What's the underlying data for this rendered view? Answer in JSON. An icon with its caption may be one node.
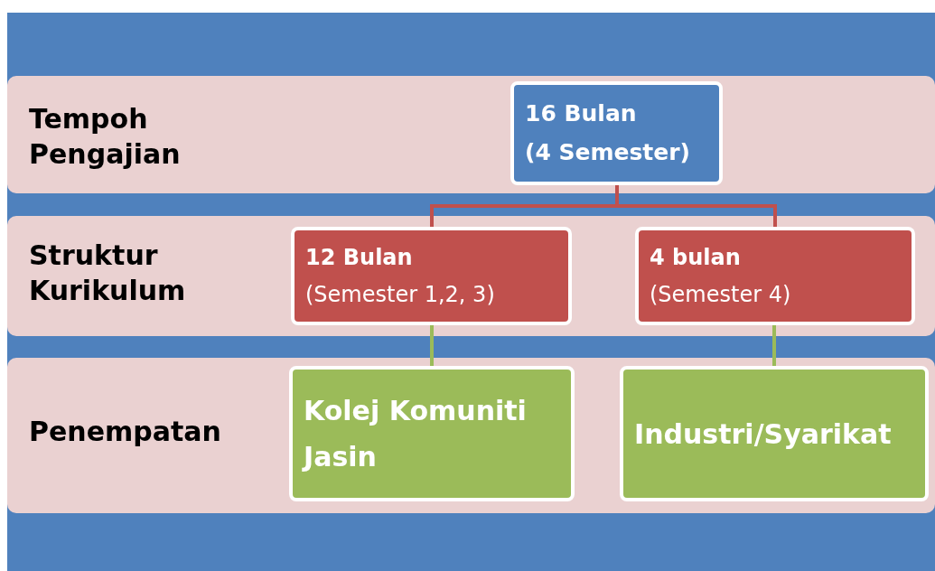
{
  "diagram": {
    "nodes": [
      {
        "text": [
          "Tempoh Pengajian"
        ]
      },
      {
        "text": [
          "16 Bulan",
          "(4 Semester)"
        ],
        "in": 0
      },
      {
        "text": [
          "Struktur Kurikulum"
        ]
      },
      {
        "text": [
          "12 Bulan",
          "(Semester 1,2, 3)"
        ],
        "in": 2
      },
      {
        "text": [
          "4 bulan",
          "(Semester 4)"
        ],
        "in": 2
      },
      {
        "text": [
          "Penempatan"
        ]
      },
      {
        "text": [
          "Kolej Komuniti Jasin"
        ],
        "in": 5
      },
      {
        "text": [
          "Industri/Syarikat"
        ],
        "in": 5
      }
    ],
    "edges": [
      {
        "from": 1,
        "to": 3,
        "arrow": "none",
        "color": "#c0504d"
      },
      {
        "from": 1,
        "to": 4,
        "arrow": "none",
        "color": "#c0504d"
      },
      {
        "from": 3,
        "to": 6,
        "arrow": "none",
        "color": "#9bbb59"
      },
      {
        "from": 4,
        "to": 7,
        "arrow": "none",
        "color": "#9bbb59"
      }
    ]
  }
}
